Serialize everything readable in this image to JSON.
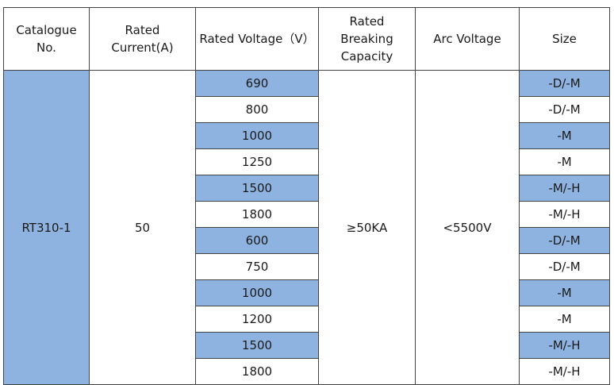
{
  "header": {
    "catalogue": [
      "Catalogue",
      "No."
    ],
    "rated_current": [
      "Rated",
      "Current(A)"
    ],
    "rated_voltage": "Rated Voltage（V）",
    "breaking_capacity": [
      "Rated",
      "Breaking",
      "Capacity"
    ],
    "arc_voltage": "Arc Voltage",
    "size": "Size"
  },
  "product": {
    "catalogue_no": "RT310-1",
    "rated_current": "50",
    "breaking_capacity": "≥50KA",
    "arc_voltage": "<5500V"
  },
  "rows": [
    {
      "voltage": "690",
      "size": "-D/-M",
      "shaded": true
    },
    {
      "voltage": "800",
      "size": "-D/-M",
      "shaded": false
    },
    {
      "voltage": "1000",
      "size": "-M",
      "shaded": true
    },
    {
      "voltage": "1250",
      "size": "-M",
      "shaded": false
    },
    {
      "voltage": "1500",
      "size": "-M/-H",
      "shaded": true
    },
    {
      "voltage": "1800",
      "size": "-M/-H",
      "shaded": false
    },
    {
      "voltage": "600",
      "size": "-D/-M",
      "shaded": true
    },
    {
      "voltage": "750",
      "size": "-D/-M",
      "shaded": false
    },
    {
      "voltage": "1000",
      "size": "-M",
      "shaded": true
    },
    {
      "voltage": "1200",
      "size": "-M",
      "shaded": false
    },
    {
      "voltage": "1500",
      "size": "-M/-H",
      "shaded": true
    },
    {
      "voltage": "1800",
      "size": "-M/-H",
      "shaded": false
    }
  ],
  "colors": {
    "shade": "#8fb3e0",
    "border": "#444444"
  }
}
